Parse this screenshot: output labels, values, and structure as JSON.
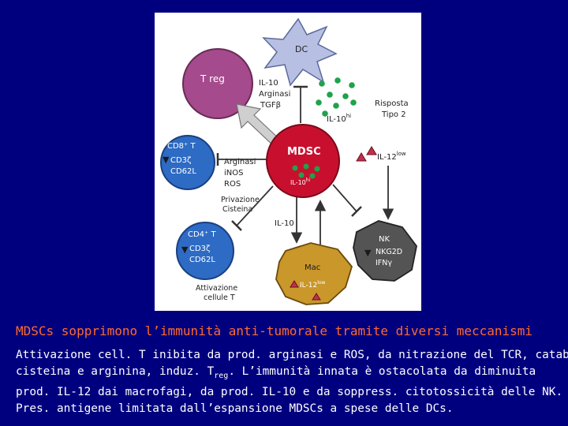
{
  "diagram": {
    "cells": {
      "dc": "DC",
      "treg": "T reg",
      "mdsc": "MDSC",
      "mdsc_il10_prefix": "IL-10",
      "mdsc_il10_sup": "hi",
      "cd8_title": "CD8⁺ T",
      "cd8_l1": "CD3ζ",
      "cd8_l2": "CD62L",
      "cd4_title": "CD4⁺ T",
      "cd4_l1": "CD3ζ",
      "cd4_l2": "CD62L",
      "nk_title": "NK",
      "nk_l1": "NKG2D",
      "nk_l2": "IFNγ",
      "mac_title": "Mac",
      "mac_il12_prefix": "IL-12",
      "mac_il12_sup": "low"
    },
    "labels": {
      "treg_factors": [
        "IL-10",
        "Arginasi",
        "TGFβ"
      ],
      "risposta": [
        "Risposta",
        "Tipo 2"
      ],
      "il10hi_prefix": "IL-10",
      "il10hi_sup": "hi",
      "il12low_prefix": "IL-12",
      "il12low_sup": "low",
      "mdsc_factors": [
        "Arginasi",
        "iNOS",
        "ROS"
      ],
      "privazione": [
        "Privazione",
        "Cisteina"
      ],
      "il10": "IL-10",
      "attivazione": [
        "Attivazione",
        "cellule T"
      ]
    },
    "colors": {
      "treg": "#a54a8c",
      "dc": "#b7bfe3",
      "mdsc": "#c8102e",
      "tcell": "#2d6bc4",
      "nk": "#545454",
      "mac": "#c9972a",
      "granule": "#1ea34a"
    }
  },
  "caption": {
    "title": "MDSCs sopprimono l’immunità anti-tumorale tramite diversi meccanismi",
    "line1": "Attivazione cell. T inibita da prod. arginasi e ROS, da nitrazione del TCR, catabol.",
    "line2_a": "cisteina e arginina, induz. T",
    "line2_sub": "reg",
    "line2_b": ". L’immunità innata è ostacolata da diminuita",
    "line3": "prod. IL-12 dai macrofagi, da prod. IL-10 e da soppress. citotossicità delle NK.",
    "line4": "Pres. antigene limitata dall’espansione MDSCs a spese delle DCs."
  }
}
